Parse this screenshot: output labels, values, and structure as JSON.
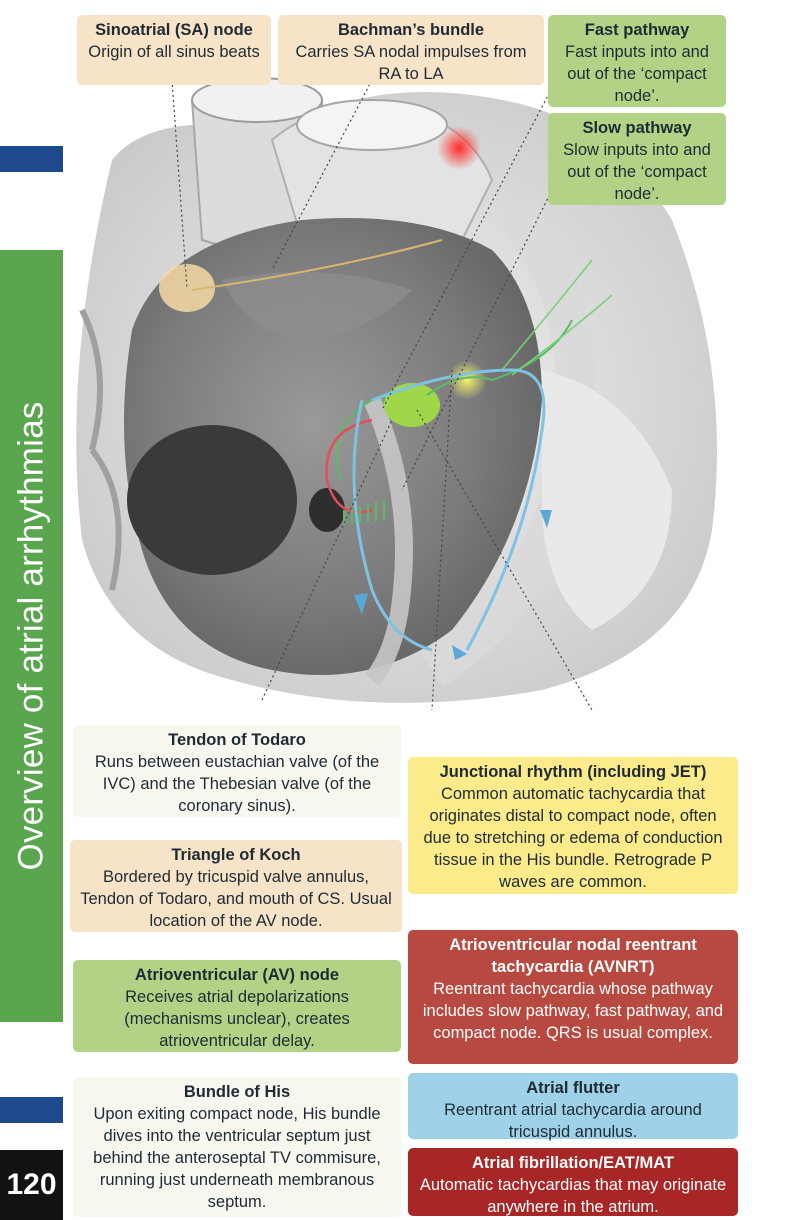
{
  "page": {
    "sidebar_title": "Overview of atrial arrhythmias",
    "page_number": "120"
  },
  "labels": {
    "sa_node": {
      "title": "Sinoatrial (SA) node",
      "desc": "Origin of all sinus beats"
    },
    "bachmann": {
      "title": "Bachman’s bundle",
      "desc": "Carries SA nodal impulses from RA to LA"
    },
    "fast_pathway": {
      "title": "Fast pathway",
      "desc": "Fast inputs into and out of the ‘compact node’."
    },
    "slow_pathway": {
      "title": "Slow pathway",
      "desc": "Slow inputs into and out of the ‘compact node’."
    },
    "tendon_todaro": {
      "title": "Tendon of Todaro",
      "desc": "Runs between eustachian valve (of the IVC) and the Thebesian valve (of the coronary sinus)."
    },
    "triangle_koch": {
      "title": "Triangle of Koch",
      "desc": "Bordered by tricuspid valve annulus, Tendon of Todaro, and mouth of CS. Usual location of the AV node."
    },
    "av_node": {
      "title": "Atrioventricular (AV) node",
      "desc": "Receives atrial depolarizations (mechanisms unclear), creates atrioventricular delay."
    },
    "bundle_his": {
      "title": "Bundle of His",
      "desc": "Upon exiting compact node, His bundle dives into the ventricular septum just behind the anteroseptal TV commisure, running just underneath membranous septum."
    },
    "junctional": {
      "title": "Junctional rhythm (including JET)",
      "desc": "Common automatic tachycardia that originates distal to compact node, often due to stretching or edema of conduction tissue in the His bundle. Retrograde P waves are common."
    },
    "avnrt": {
      "title": "Atrioventricular nodal reentrant tachycardia (AVNRT)",
      "desc": "Reentrant tachycardia whose pathway includes slow pathway, fast pathway, and compact node.  QRS is usual complex."
    },
    "flutter": {
      "title": "Atrial flutter",
      "desc": "Reentrant atrial tachycardia around tricuspid annulus."
    },
    "afib": {
      "title": "Atrial fibrillation/EAT/MAT",
      "desc": "Automatic tachycardias that may originate anywhere in the atrium."
    }
  },
  "colors": {
    "sidebar": "#5aa64e",
    "tab": "#1c4a8c",
    "beige": "#f6e3c8",
    "green": "#b2d386",
    "yellow": "#fbeb8a",
    "rust": "#b84941",
    "sky": "#9fd2e9",
    "crimson": "#a92626"
  }
}
